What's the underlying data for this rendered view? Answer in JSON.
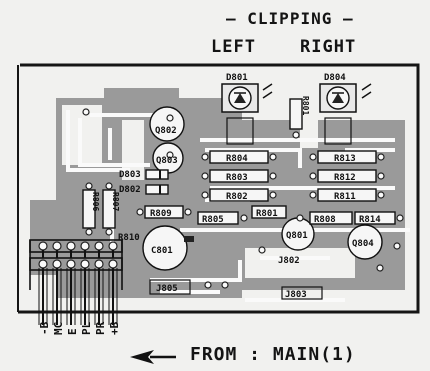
{
  "header": {
    "title": "CLIPPING",
    "left": "LEFT",
    "right": "RIGHT"
  },
  "footer": {
    "source": "FROM : MAIN(1)"
  },
  "components": {
    "led_left": "D801",
    "led_right": "D804",
    "r801": "R801",
    "q802": "Q802",
    "q803": "Q803",
    "d803": "D803",
    "d802": "D802",
    "r804": "R804",
    "r803": "R803",
    "r802": "R802",
    "r813": "R813",
    "r812": "R812",
    "r811": "R811",
    "r806": "R806",
    "r807": "R807",
    "r809": "R809",
    "r805": "R805",
    "r801b": "R801",
    "r808": "R808",
    "r814": "R814",
    "r810": "R810",
    "c801": "C801",
    "q801": "Q801",
    "q804": "Q804",
    "j802": "J802",
    "j803": "J803",
    "j805": "J805"
  },
  "connector": {
    "pins": [
      "-B",
      "MC",
      "E",
      "PL",
      "PR",
      "+B"
    ]
  }
}
